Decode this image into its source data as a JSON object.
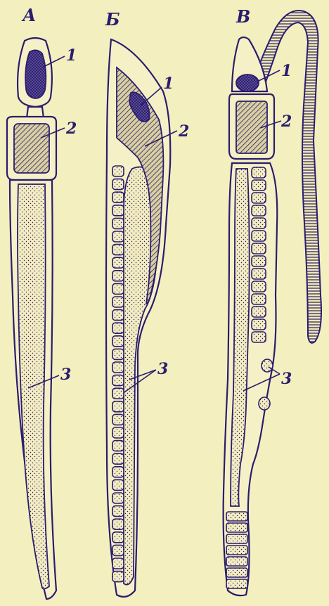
{
  "panels": [
    {
      "id": "A",
      "letter": "А"
    },
    {
      "id": "B",
      "letter": "Б"
    },
    {
      "id": "V",
      "letter": "В"
    }
  ],
  "labels": {
    "one": "1",
    "two": "2",
    "three": "3"
  },
  "colors": {
    "background": "#f3efbf",
    "ink": "#2a1d6e"
  }
}
